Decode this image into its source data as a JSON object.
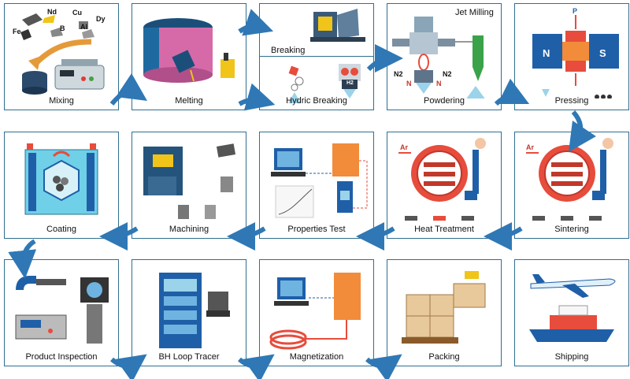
{
  "steps": {
    "mixing": "Mixing",
    "melting": "Melting",
    "breaking": "Breaking",
    "hydric_breaking": "Hydric Breaking",
    "jet_milling": "Jet Milling",
    "powdering": "Powdering",
    "pressing": "Pressing",
    "coating": "Coating",
    "machining": "Machining",
    "properties_test": "Properties Test",
    "heat_treatment": "Heat Treatment",
    "sintering": "Sintering",
    "product_inspection": "Product Inspection",
    "bh_loop_tracer": "BH Loop Tracer",
    "magnetization": "Magnetization",
    "packing": "Packing",
    "shipping": "Shipping"
  },
  "elements": {
    "nd": "Nd",
    "cu": "Cu",
    "dy": "Dy",
    "fe": "Fe",
    "b": "B",
    "al": "Al"
  },
  "labels": {
    "n2": "N2",
    "n": "N",
    "s": "S",
    "p": "P",
    "ar": "Ar",
    "h2": "H2"
  },
  "colors": {
    "border": "#2f6f91",
    "arrow": "#2f78b5",
    "red": "#c0392b",
    "blue": "#1f5fa8",
    "orange": "#e59a3a"
  }
}
